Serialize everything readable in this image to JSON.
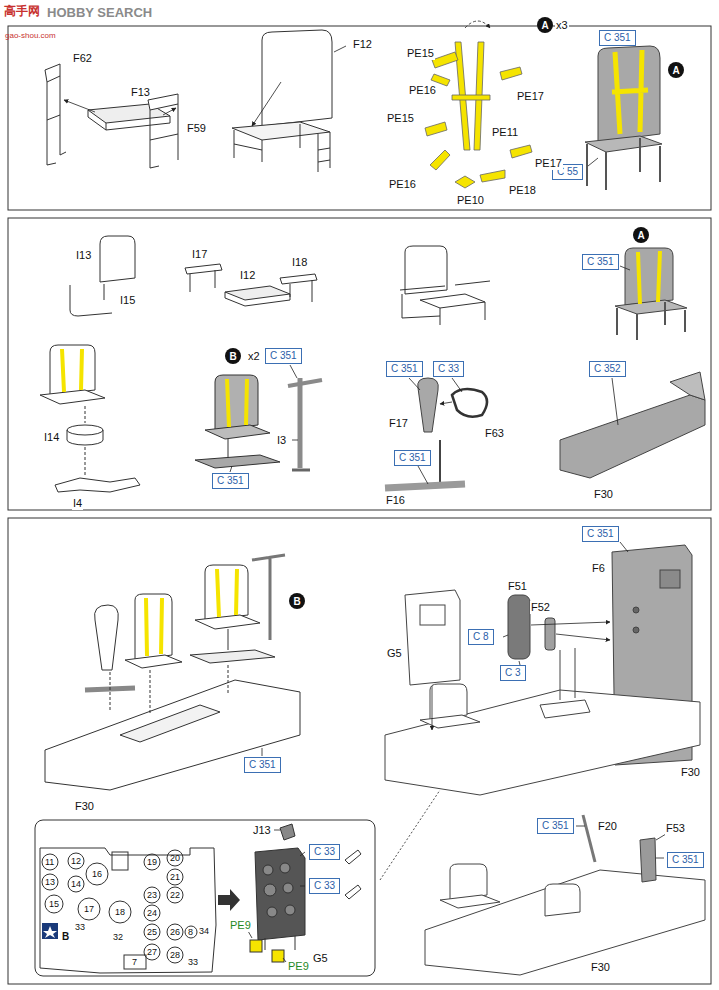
{
  "diagram": {
    "nodes": [
      {
        "text": [
          "A"
        ]
      },
      {
        "text": [
          "C 351"
        ]
      },
      {
        "text": [
          "C 55"
        ]
      },
      {
        "text": [
          "A"
        ]
      },
      {
        "text": [
          "A"
        ]
      },
      {
        "text": [
          "C 351"
        ]
      },
      {
        "text": [
          "B"
        ]
      },
      {
        "text": [
          "C 351"
        ]
      },
      {
        "text": [
          "C 351"
        ]
      },
      {
        "text": [
          "C 351"
        ]
      },
      {
        "text": [
          "C 33"
        ]
      },
      {
        "text": [
          "C 351"
        ]
      },
      {
        "text": [
          "C 352"
        ]
      },
      {
        "text": [
          "B"
        ]
      },
      {
        "text": [
          "C 351"
        ]
      },
      {
        "text": [
          "C 351"
        ]
      },
      {
        "text": [
          "C 8"
        ]
      },
      {
        "text": [
          "C 3"
        ]
      },
      {
        "text": [
          "C 351"
        ]
      },
      {
        "text": [
          "C 351"
        ]
      },
      {
        "text": [
          "C 33"
        ]
      },
      {
        "text": [
          "C 33"
        ]
      }
    ],
    "labels": [
      "高手网",
      "HOBBY SEARCH",
      "gao-shou.com",
      "F62",
      "F13",
      "F59",
      "F12",
      "x3",
      "PE15",
      "PE16",
      "PE15",
      "PE17",
      "PE11",
      "PE17",
      "PE16",
      "PE18",
      "PE10",
      "I13",
      "I15",
      "I17",
      "I12",
      "I18",
      "I14",
      "I4",
      "x2",
      "I3",
      "F17",
      "F63",
      "F16",
      "F30",
      "F6",
      "F51",
      "F52",
      "G5",
      "F30",
      "F30",
      "F20",
      "F53",
      "F30",
      "J13",
      "G5",
      "PE9",
      "PE9",
      "B",
      "11",
      "12",
      "13",
      "14",
      "15",
      "16",
      "17",
      "18",
      "19",
      "20",
      "21",
      "22",
      "23",
      "24",
      "25",
      "26",
      "8",
      "34",
      "27",
      "28",
      "33",
      "32",
      "33",
      "7"
    ]
  }
}
